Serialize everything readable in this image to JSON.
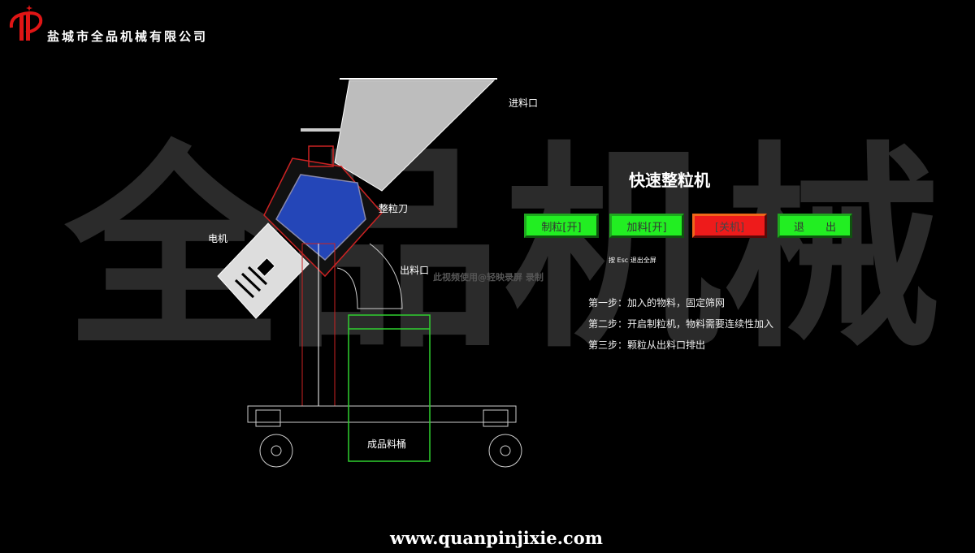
{
  "header": {
    "company": "盐城市全品机械有限公司"
  },
  "watermark": {
    "brand": "全品机械",
    "recorder": "此视频使用@轻映录屏 录制"
  },
  "diagram": {
    "labels": {
      "inlet": "进料口",
      "blade": "整粒刀",
      "motor": "电机",
      "outlet": "出料口",
      "bucket": "成品料桶"
    }
  },
  "panel": {
    "title": "快速整粒机",
    "buttons": [
      {
        "label": "制粒[开]"
      },
      {
        "label": "加料[开]"
      },
      {
        "label": "[关机]"
      },
      {
        "label": "退　　出"
      }
    ],
    "esc_hint": "按 Esc 退出全屏",
    "steps": [
      "第一步：加入的物料，固定筛网",
      "第二步：开启制粒机，物料需要连续性加入",
      "第三步：颗粒从出料口排出"
    ]
  },
  "footer": {
    "url": "www.quanpinjixie.com"
  },
  "colors": {
    "on": "#22ee22",
    "off": "#ee1b1b",
    "logo": "#e01515"
  }
}
